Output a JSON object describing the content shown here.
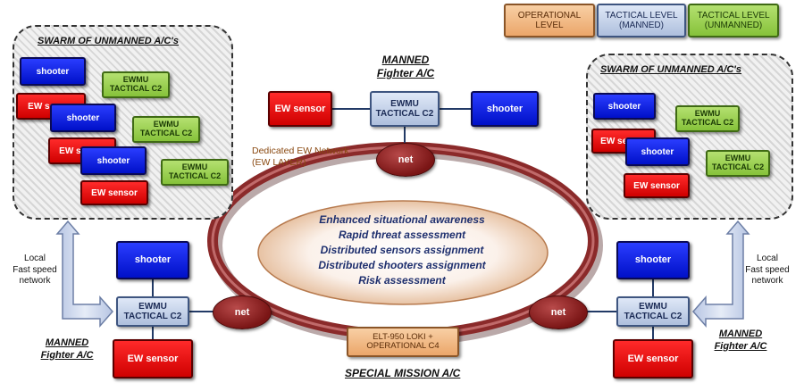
{
  "legend": {
    "operational": "OPERATIONAL\nLEVEL",
    "tactical_manned": "TACTICAL LEVEL\n(MANNED)",
    "tactical_unmanned": "TACTICAL LEVEL\n(UNMANNED)"
  },
  "swarm_title": "SWARM OF UNMANNED A/C's",
  "manned_fighter": "MANNED\nFighter A/C",
  "special_mission": "SPECIAL MISSION A/C",
  "local_network": "Local\nFast speed\nnetwork",
  "ew_network_label": "Dedicated EW Network\n(EW LAYER)",
  "shooter": "shooter",
  "ew_sensor": "EW sensor",
  "ewmu_tactical": "EWMU\nTACTICAL C2",
  "net": "net",
  "elt": "ELT-950 LOKI +\nOPERATIONAL C4",
  "center_lines": [
    "Enhanced situational awareness",
    "Rapid threat assessment",
    "Distributed sensors assignment",
    "Distributed shooters assignment",
    "Risk assessment"
  ],
  "colors": {
    "shooter": "#0a1ee0",
    "sensor": "#e00000",
    "ewmu_manned": "#c6d3ec",
    "ewmu_unmanned": "#9fd152",
    "operational": "#f3b985",
    "ring": "#8b2a2a",
    "center_text": "#1e2f6e",
    "network_label": "#8a4a12"
  }
}
